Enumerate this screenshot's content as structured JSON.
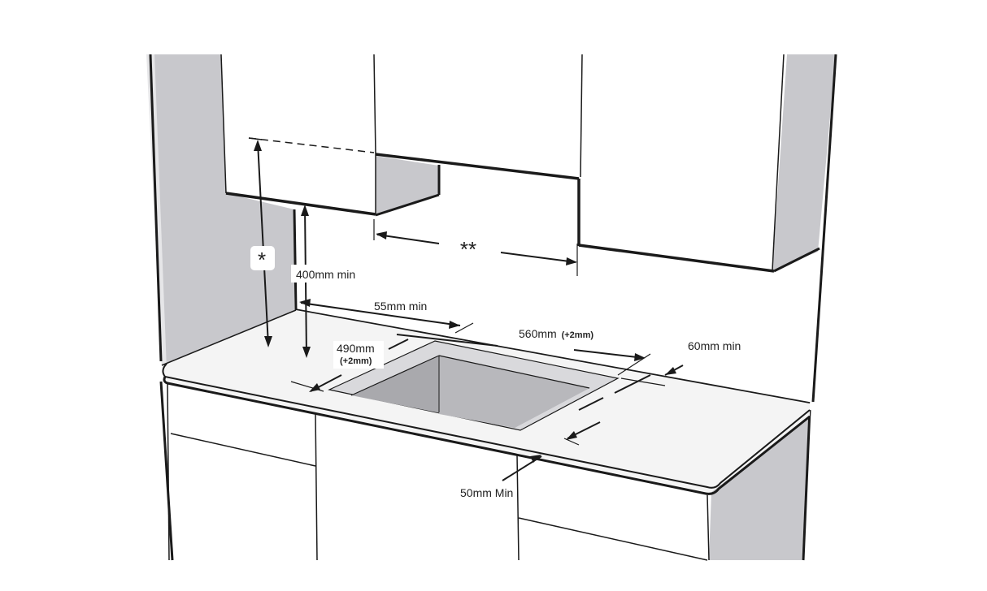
{
  "labels": {
    "star_single": "*",
    "star_double": "**",
    "height_min": "400mm min",
    "rear_gap": "55mm min",
    "width": "560mm",
    "width_tol": "(+2mm)",
    "side_gap": "60mm min",
    "depth": "490mm",
    "depth_tol": "(+2mm)",
    "front_gap": "50mm Min"
  },
  "colors": {
    "line": "#1a1a1a",
    "wall_grey": "#c8c8cc",
    "cutout_grey": "#a9a9ad",
    "cutout_edge": "#d9d9dc",
    "countertop": "#f4f4f4",
    "cabinet": "#ffffff"
  }
}
